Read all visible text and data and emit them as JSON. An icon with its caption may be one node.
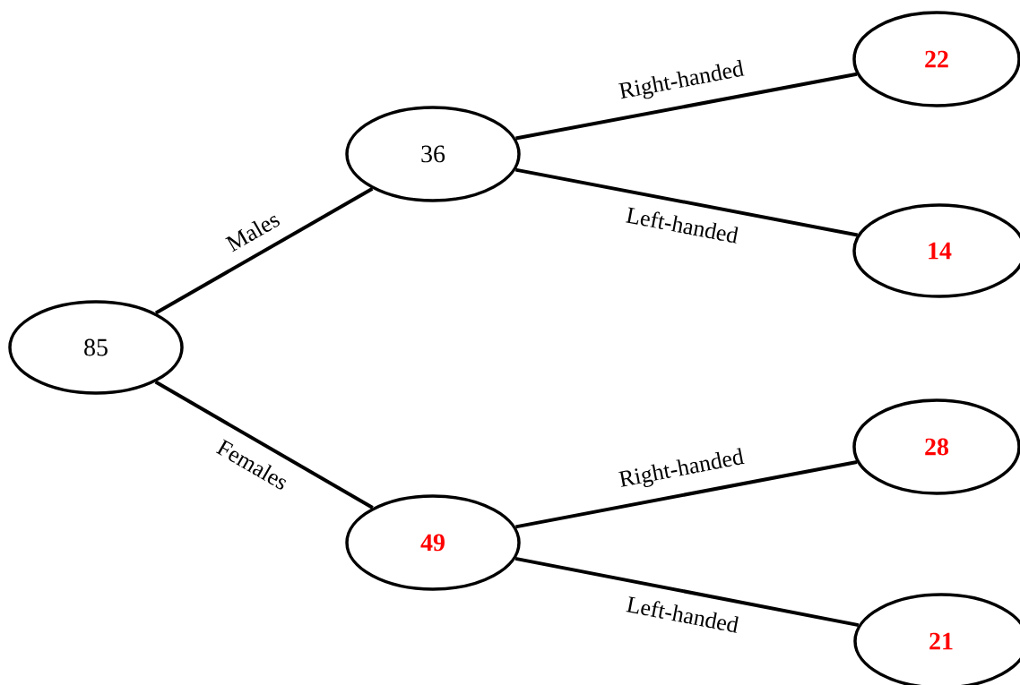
{
  "diagram": {
    "nodes": [
      {
        "text": [
          "85"
        ]
      },
      {
        "text": [
          "36"
        ]
      },
      {
        "text": [
          "49"
        ]
      },
      {
        "text": [
          "22"
        ]
      },
      {
        "text": [
          "14"
        ]
      },
      {
        "text": [
          "28"
        ]
      },
      {
        "text": [
          "21"
        ]
      }
    ],
    "edges": [
      {
        "from": 0,
        "to": 1,
        "arrow": "none",
        "label": "Males"
      },
      {
        "from": 0,
        "to": 2,
        "arrow": "none",
        "label": "Females"
      },
      {
        "from": 1,
        "to": 3,
        "arrow": "none",
        "label": "Right-handed"
      },
      {
        "from": 1,
        "to": 4,
        "arrow": "none",
        "label": "Left-handed"
      },
      {
        "from": 2,
        "to": 5,
        "arrow": "none",
        "label": "Right-handed"
      },
      {
        "from": 2,
        "to": 6,
        "arrow": "none",
        "label": "Left-handed"
      }
    ]
  }
}
